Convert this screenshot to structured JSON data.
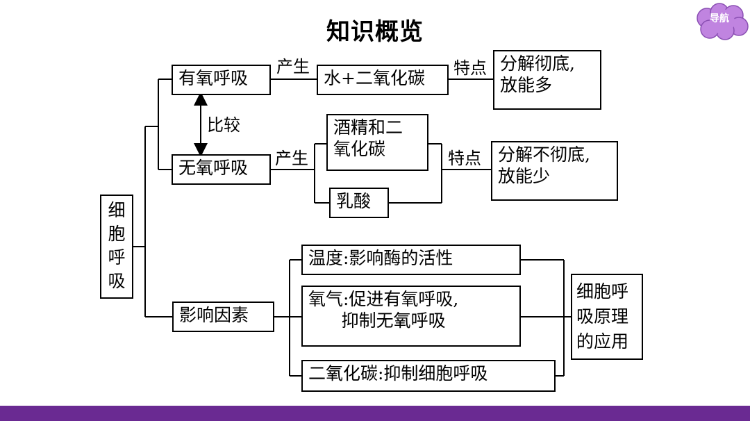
{
  "title": "知识概览",
  "nav": {
    "label": "导航",
    "color": "#c084e0"
  },
  "bottom_bar_color": "#6a2a92",
  "nodes": {
    "root": "细\n胞\n呼\n吸",
    "aerobic": "有氧呼吸",
    "anaerobic": "无氧呼吸",
    "factors": "影响因素",
    "aerobic_product": "水+二氧化碳",
    "aerobic_feature": "分解彻底,\n放能多",
    "anaerobic_product1": "酒精和二\n氧化碳",
    "anaerobic_product2": "乳酸",
    "anaerobic_feature": "分解不彻底,\n放能少",
    "factor_temp": "温度:影响酶的活性",
    "factor_oxygen": "氧气:促进有氧呼吸,\n      抑制无氧呼吸",
    "factor_co2": "二氧化碳:抑制细胞呼吸",
    "application": "细胞呼\n吸原理\n的应用"
  },
  "labels": {
    "produce1": "产生",
    "produce2": "产生",
    "feature1": "特点",
    "feature2": "特点",
    "compare": "比较"
  }
}
